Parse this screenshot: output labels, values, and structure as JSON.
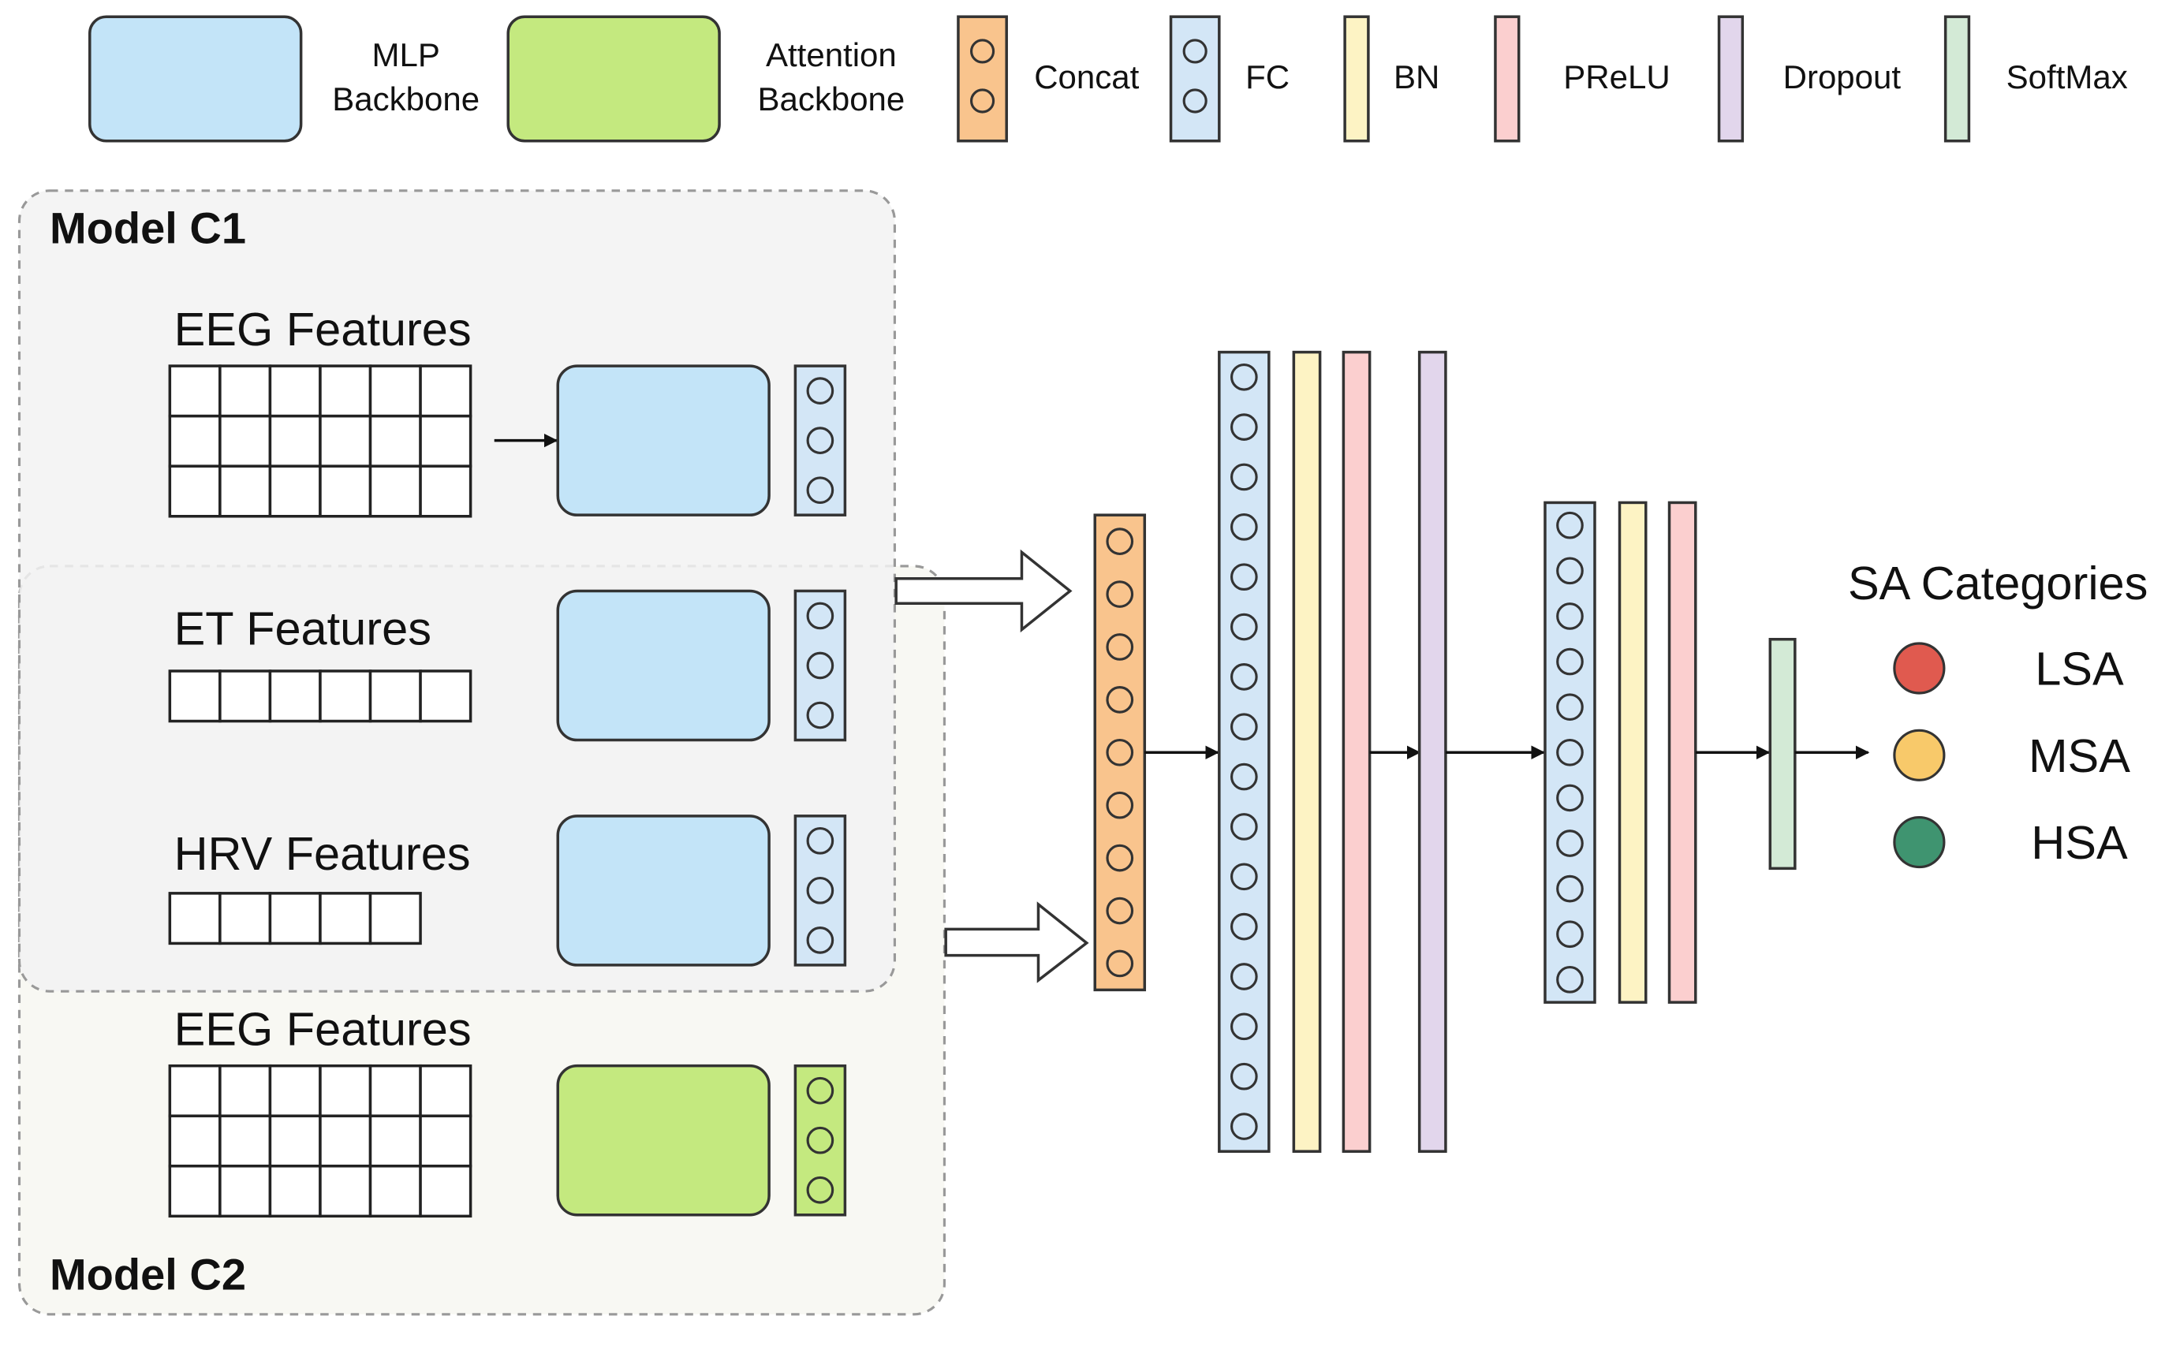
{
  "legend": {
    "mlp_backbone": "MLP\nBackbone",
    "attention_backbone": "Attention\nBackbone",
    "concat": "Concat",
    "fc": "FC",
    "bn": "BN",
    "prelu": "PReLU",
    "dropout": "Dropout",
    "softmax": "SoftMax"
  },
  "model_c1": {
    "title": "Model C1",
    "eeg_label": "EEG Features",
    "et_label": "ET Features",
    "hrv_label": "HRV Features"
  },
  "model_c2": {
    "title": "Model C2",
    "eeg_label": "EEG Features"
  },
  "output": {
    "title": "SA Categories",
    "categories": [
      {
        "label": "LSA",
        "color": "#e05a4f"
      },
      {
        "label": "MSA",
        "color": "#f8c96a"
      },
      {
        "label": "HSA",
        "color": "#3f9470"
      }
    ]
  },
  "colors": {
    "mlp_backbone": "#c3e4f8",
    "attention_backbone": "#c4e97f",
    "concat": "#f9c48d",
    "fc": "#d3e6f6",
    "bn": "#fdf3c4",
    "prelu": "#fbcfcf",
    "dropout": "#e2d6ec",
    "softmax": "#d3ead6",
    "model_c1_bg": "#f2f2f2",
    "model_c2_bg": "#f8f8f3"
  }
}
